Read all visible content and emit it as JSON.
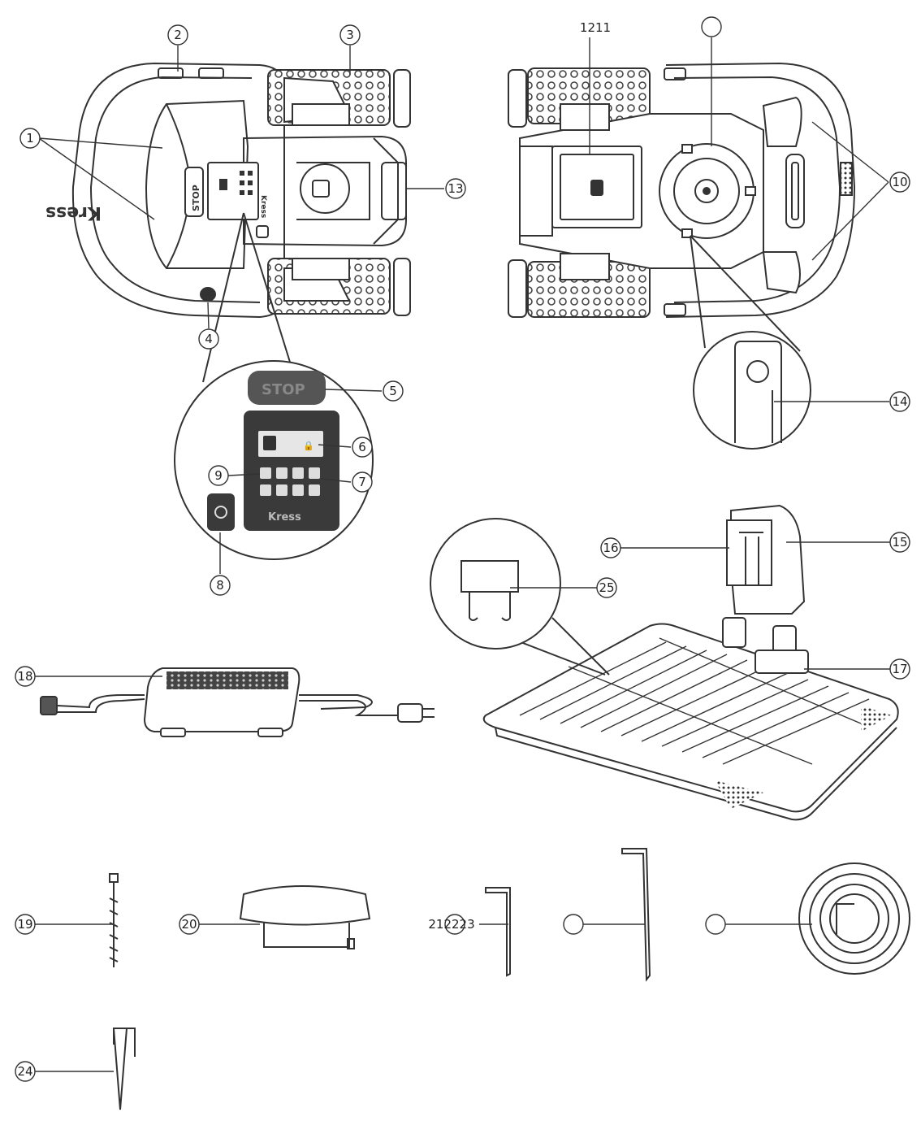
{
  "callouts": {
    "c1": "1",
    "c2": "2",
    "c3": "3",
    "c4": "4",
    "c5": "5",
    "c6": "6",
    "c7": "7",
    "c8": "8",
    "c9": "9",
    "c10": "10",
    "c13": "13",
    "c14": "14",
    "c15": "15",
    "c16": "16",
    "c17": "17",
    "c18": "18",
    "c19": "19",
    "c20": "20",
    "c24": "24",
    "c25": "25",
    "c1211": "1211",
    "c212223": "212223",
    "blank_a": "",
    "blank_b": "",
    "blank_c": ""
  },
  "panel_text": {
    "stop": "STOP",
    "brand": "Kress",
    "body_brand": "Kress",
    "side_brand": "Kress",
    "screen_lock": "🔒"
  },
  "colors": {
    "line": "#333333",
    "panel": "#3a3a3a",
    "stop_button": "#555555",
    "tread": "#555555",
    "light": "#dddddd"
  }
}
